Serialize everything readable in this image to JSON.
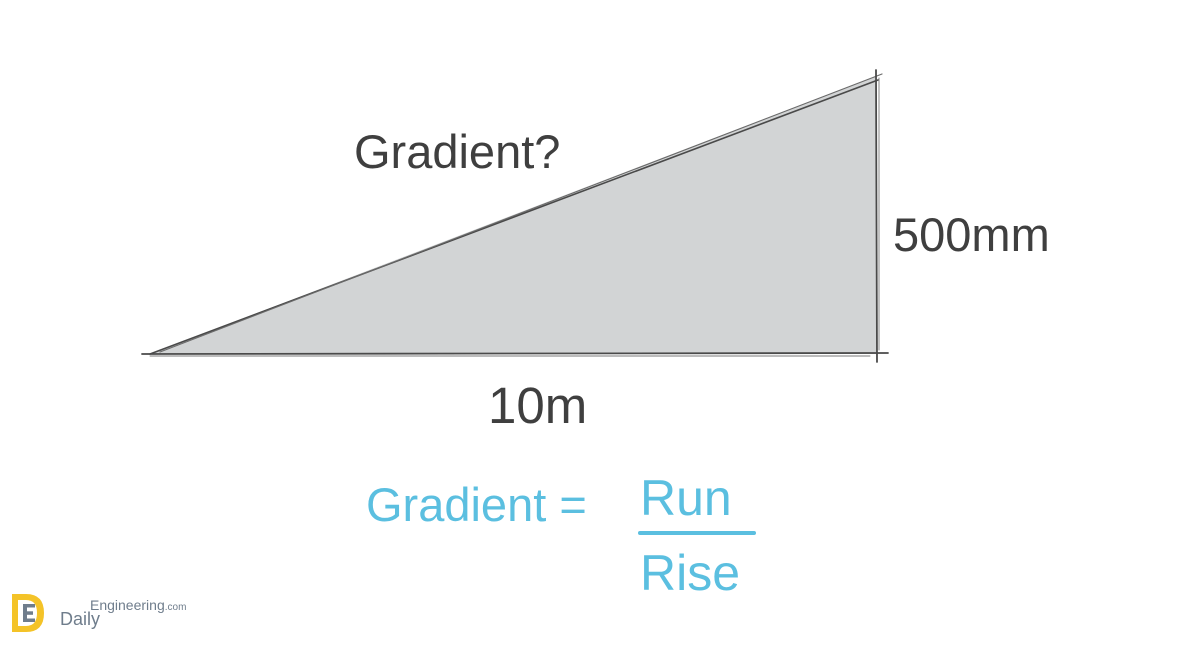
{
  "diagram": {
    "question_label": "Gradient?",
    "height_label": "500mm",
    "base_label": "10m",
    "fill_color": "#d2d4d5",
    "stroke_color": "#4a4a4a"
  },
  "formula": {
    "left_side": "Gradient =",
    "numerator": "Run",
    "denominator": "Rise",
    "color": "#5bbfe0"
  },
  "watermark": {
    "logo_letters": "DE",
    "word_daily": "Daily",
    "word_engineering": "Engineering",
    "domain_suffix": ".com",
    "logo_colors": [
      "#f4c328",
      "#6f7d8c"
    ]
  }
}
